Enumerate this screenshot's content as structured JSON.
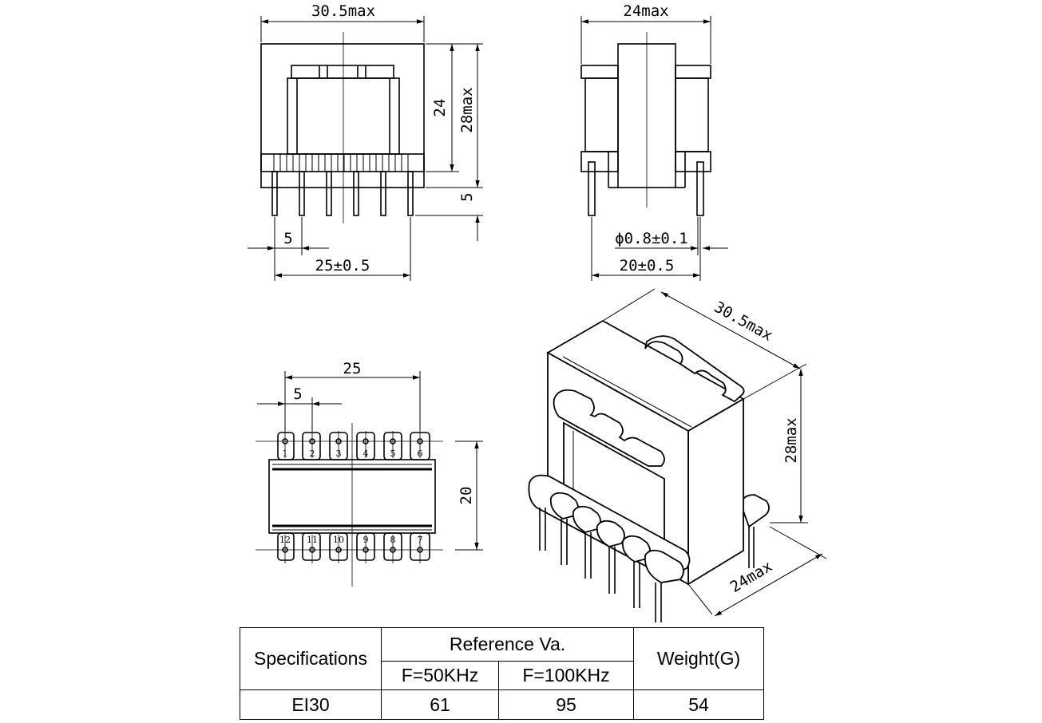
{
  "front_view": {
    "width_label": "30.5max",
    "core_height_label": "24",
    "total_height_label": "28max",
    "pin_length_label": "5",
    "pitch_label": "5",
    "span_label": "25±0.5"
  },
  "side_view": {
    "width_label": "24max",
    "pin_diameter_label": "ϕ0.8±0.1",
    "pin_span_label": "20±0.5"
  },
  "bottom_view": {
    "span_label": "25",
    "pitch_label": "5",
    "row_gap_label": "20",
    "top_pins": [
      "1",
      "2",
      "3",
      "4",
      "5",
      "6"
    ],
    "bottom_pins": [
      "12",
      "11",
      "10",
      "9",
      "8",
      "7"
    ]
  },
  "iso_view": {
    "length_label": "30.5max",
    "height_label": "28max",
    "depth_label": "24max"
  },
  "spec_table": {
    "header_spec": "Specifications",
    "header_ref": "Reference Va.",
    "header_f50": "F=50KHz",
    "header_f100": "F=100KHz",
    "header_weight": "Weight(G)",
    "row": {
      "spec": "EI30",
      "f50": "61",
      "f100": "95",
      "weight": "54"
    }
  }
}
